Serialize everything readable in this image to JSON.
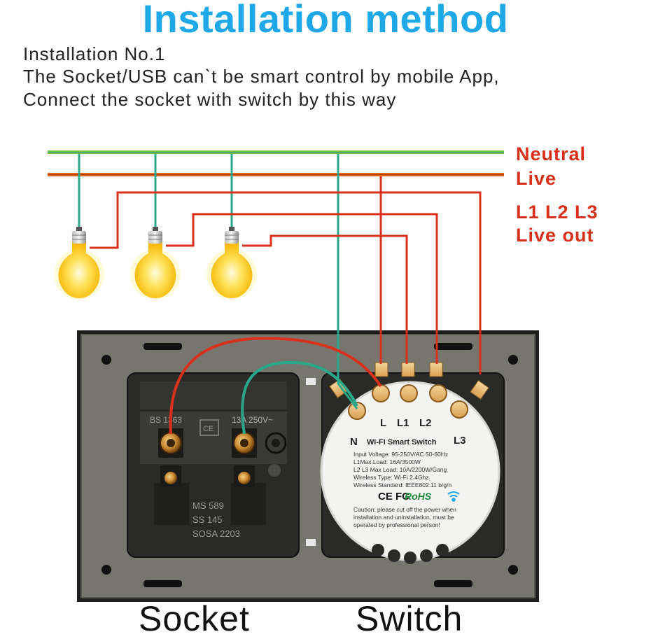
{
  "title": "Installation method",
  "intro": {
    "line1": "Installation No.1",
    "line2": "The Socket/USB can`t be smart control by mobile App,",
    "line3": "Connect the socket with switch by this way"
  },
  "legend": {
    "neutral": "Neutral",
    "live": "Live",
    "l_live_out_1": "L1 L2 L3",
    "l_live_out_2": "Live out"
  },
  "captions": {
    "socket": "Socket",
    "switch": "Switch"
  },
  "socket_labels": {
    "bs": "BS 1363",
    "ce": "CE",
    "rating": "13A 250V~",
    "ms": "MS 589",
    "ss": "SS 145",
    "sosa": "SOSA 2203"
  },
  "switch_module": {
    "terminals": {
      "l": "L",
      "l1": "L1",
      "l2": "L2",
      "n": "N",
      "l3": "L3"
    },
    "name": "Wi-Fi Smart Switch",
    "spec1": "Input Voltage: 95-250V/AC 50-60Hz",
    "spec2": "L1Max.Load: 16A/3500W",
    "spec3": "L2 L3 Max Load: 10A/2200W/Gang",
    "spec4": "Wireless Type: Wi-Fi 2.4Ghz",
    "spec5": "Wireless Standard: IEEE802.11 b/g/n",
    "marks": "CE FC",
    "rohs": "RoHS",
    "caution1": "Caution: please cut off the power when",
    "caution2": "installation and uninstallation, must be",
    "caution3": "operated by professional person!"
  },
  "colors": {
    "title": "#1fa8e8",
    "neutral_wire": "#7fbf3f",
    "live_wire": "#e8651c",
    "out_wire": "#d9301c",
    "teal_wire": "#2aa88a",
    "plate": "#7a7a74"
  },
  "icons": [
    "light-bulb-icon",
    "wifi-icon"
  ]
}
